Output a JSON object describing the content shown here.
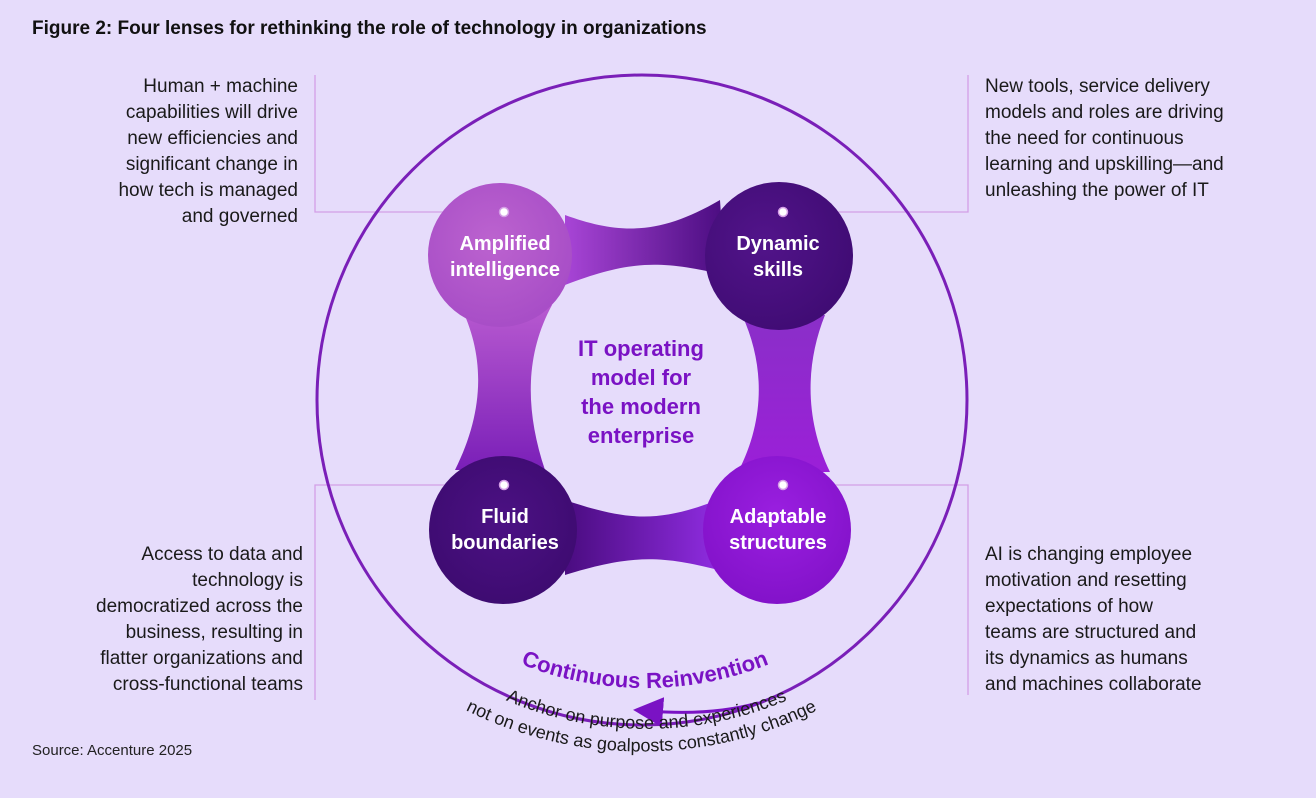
{
  "figure": {
    "title": "Figure 2: Four lenses for rethinking the role of technology in organizations",
    "source": "Source: Accenture 2025"
  },
  "center": {
    "lines": [
      "IT operating",
      "model for",
      "the modern",
      "enterprise"
    ]
  },
  "lenses": [
    {
      "id": "amplified-intelligence",
      "lines": [
        "Amplified",
        "intelligence"
      ]
    },
    {
      "id": "dynamic-skills",
      "lines": [
        "Dynamic",
        "skills"
      ]
    },
    {
      "id": "fluid-boundaries",
      "lines": [
        "Fluid",
        "boundaries"
      ]
    },
    {
      "id": "adaptable-structures",
      "lines": [
        "Adaptable",
        "structures"
      ]
    }
  ],
  "notes": {
    "top_left": [
      "Human + machine",
      "capabilities will drive",
      "new efficiencies and",
      "significant change in",
      "how tech is managed",
      "and governed"
    ],
    "top_right": [
      "New tools, service delivery",
      "models and roles are driving",
      "the need for continuous",
      "learning and upskilling—and",
      "unleashing the power of IT"
    ],
    "bottom_left": [
      "Access to data and",
      "technology is",
      "democratized across the",
      "business, resulting in",
      "flatter organizations and",
      "cross-functional teams"
    ],
    "bottom_right": [
      "AI is changing employee",
      "motivation and resetting",
      "expectations of how",
      "teams are structured and",
      "its dynamics as humans",
      "and machines collaborate"
    ]
  },
  "arc_labels": {
    "main": "Continuous Reinvention",
    "sub_line1": "Anchor on purpose and experiences",
    "sub_line2": "not on events as goalposts constantly change"
  },
  "colors": {
    "background": "#e6dcfb",
    "accent": "#7a12c4",
    "circle_stroke": "#7a1fb8",
    "connector_line": "#d49ee6"
  }
}
